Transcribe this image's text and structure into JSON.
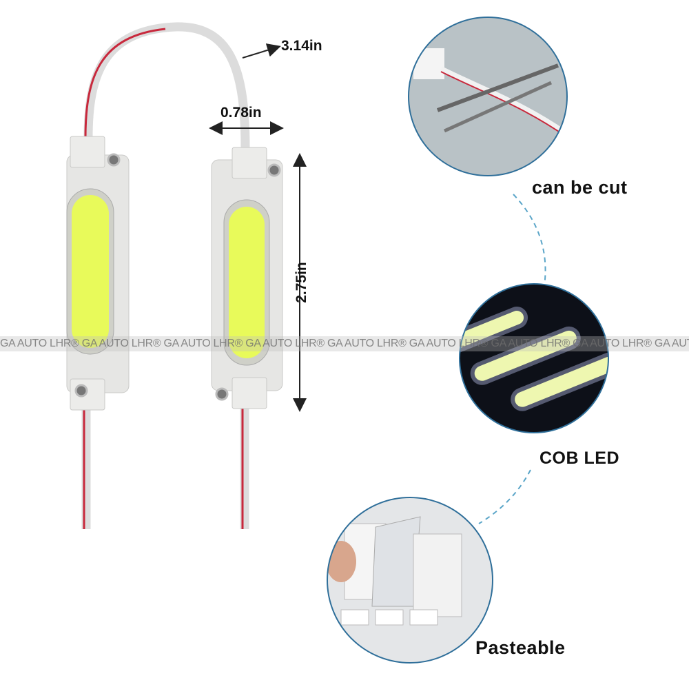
{
  "dimensions": {
    "wire_length": "3.14in",
    "module_width": "0.78in",
    "module_length": "2.75in"
  },
  "features": [
    {
      "label": "can be cut",
      "icon": "scissors-cutting-wire-photo"
    },
    {
      "label": "COB LED",
      "icon": "lit-cob-led-strips-photo"
    },
    {
      "label": "Pasteable",
      "icon": "3m-adhesive-backing-photo"
    }
  ],
  "watermark": "GA AUTO LHR® GA AUTO LHR® GA AUTO LHR® GA AUTO LHR® GA AUTO LHR® GA AUTO LHR® GA AUTO LHR® GA AUTO LHR® GA AUTO LHR®",
  "colors": {
    "led_yellow": "#e8fa5a",
    "module_white": "#e6e6e4",
    "wire_red": "#c8283c",
    "dash_blue": "#5aa5c8"
  }
}
